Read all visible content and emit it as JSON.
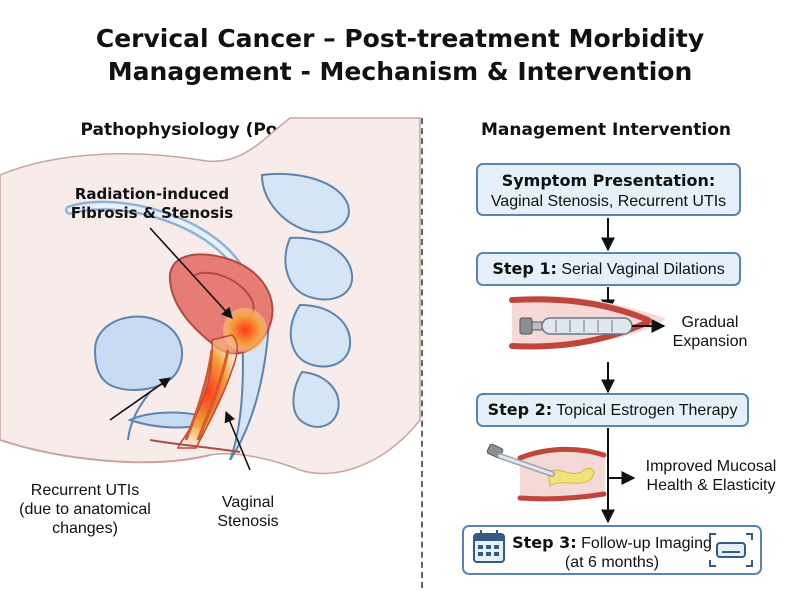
{
  "title": {
    "line1": "Cervical Cancer – Post-treatment Morbidity",
    "line2": "Management - Mechanism & Intervention"
  },
  "left": {
    "heading": "Pathophysiology (Post-CCRT)",
    "label_fibrosis": {
      "line1": "Radiation-induced",
      "line2": "Fibrosis & Stenosis"
    },
    "label_utis": {
      "line1": "Recurrent UTIs",
      "line2": "(due to anatomical",
      "line3": "changes)"
    },
    "label_stenosis": {
      "line1": "Vaginal",
      "line2": "Stenosis"
    }
  },
  "right": {
    "heading": "Management Intervention",
    "symptom": {
      "bold": "Symptom Presentation:",
      "text": "Vaginal Stenosis, Recurrent UTIs"
    },
    "step1": {
      "bold": "Step 1:",
      "text": "Serial Vaginal Dilations"
    },
    "step1_note": {
      "line1": "Gradual",
      "line2": "Expansion"
    },
    "step2": {
      "bold": "Step 2:",
      "text": "Topical Estrogen Therapy"
    },
    "step2_note": {
      "line1": "Improved Mucosal",
      "line2": "Health & Elasticity"
    },
    "step3": {
      "bold": "Step 3:",
      "text": "Follow-up Imaging",
      "text2": "(at 6 months)"
    }
  },
  "icons": [
    "calendar-icon",
    "scanner-icon",
    "dilator-icon",
    "applicator-icon"
  ],
  "colors": {
    "box_fill": "#e6f0fb",
    "box_border": "#5b84b1",
    "tissue_red": "#e0605a",
    "inflamed_orange": "#f39a3a",
    "organ_blue": "#c7dcf2"
  }
}
